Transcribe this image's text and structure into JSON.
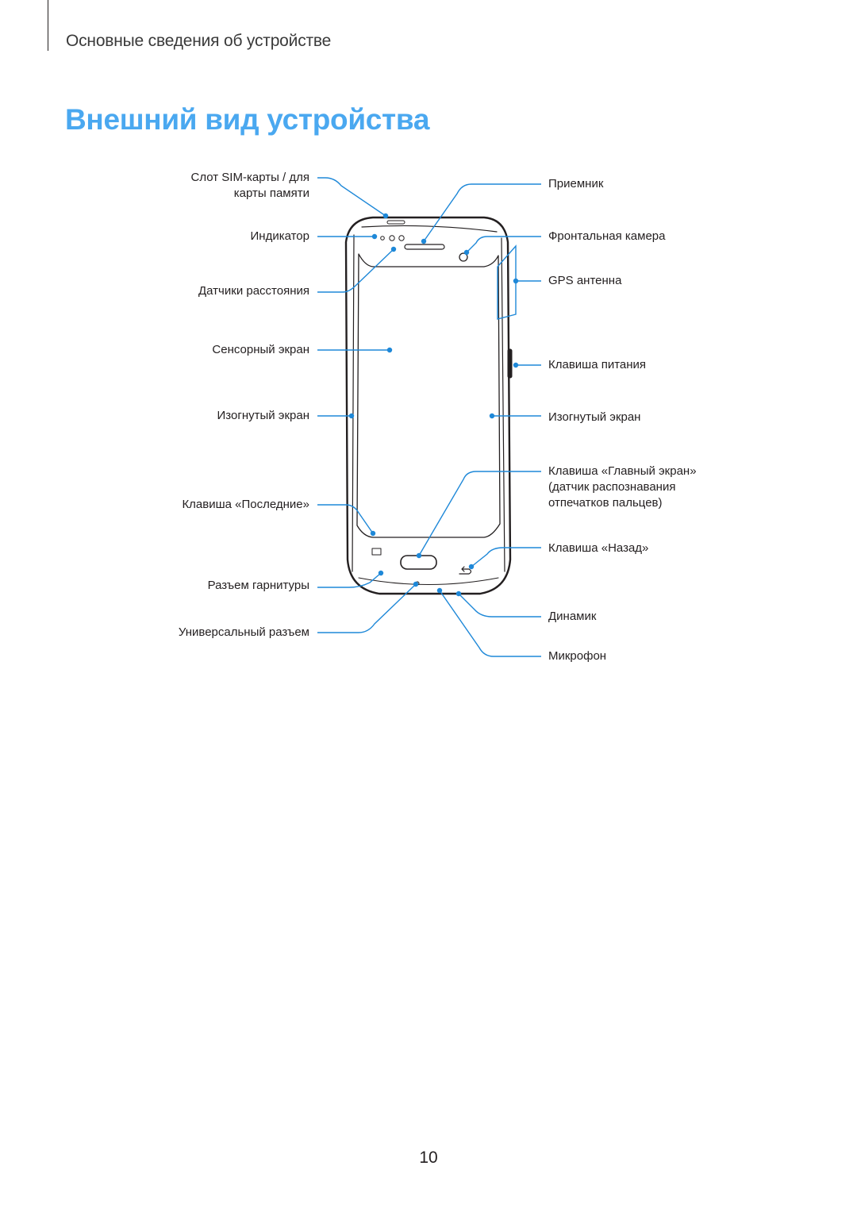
{
  "header": {
    "section": "Основные сведения об устройстве"
  },
  "title": "Внешний вид устройства",
  "labels_left": {
    "sim_slot": [
      "Слот SIM-карты / для",
      "карты памяти"
    ],
    "indicator": "Индикатор",
    "proximity_sensors": "Датчики расстояния",
    "touch_screen": "Сенсорный экран",
    "curved_screen": "Изогнутый экран",
    "recents_key": "Клавиша «Последние»",
    "headset_jack": "Разъем гарнитуры",
    "multipurpose_jack": "Универсальный разъем"
  },
  "labels_right": {
    "earpiece": "Приемник",
    "front_camera": "Фронтальная камера",
    "gps_antenna": "GPS антенна",
    "power_key": "Клавиша питания",
    "curved_screen": "Изогнутый экран",
    "home_key": [
      "Клавиша «Главный экран»",
      "(датчик распознавания",
      "отпечатков пальцев)"
    ],
    "back_key": "Клавиша «Назад»",
    "speaker": "Динамик",
    "microphone": "Микрофон"
  },
  "colors": {
    "accent": "#4aa8f0",
    "callout": "#1e88d8",
    "text": "#231f20"
  },
  "page_number": "10"
}
